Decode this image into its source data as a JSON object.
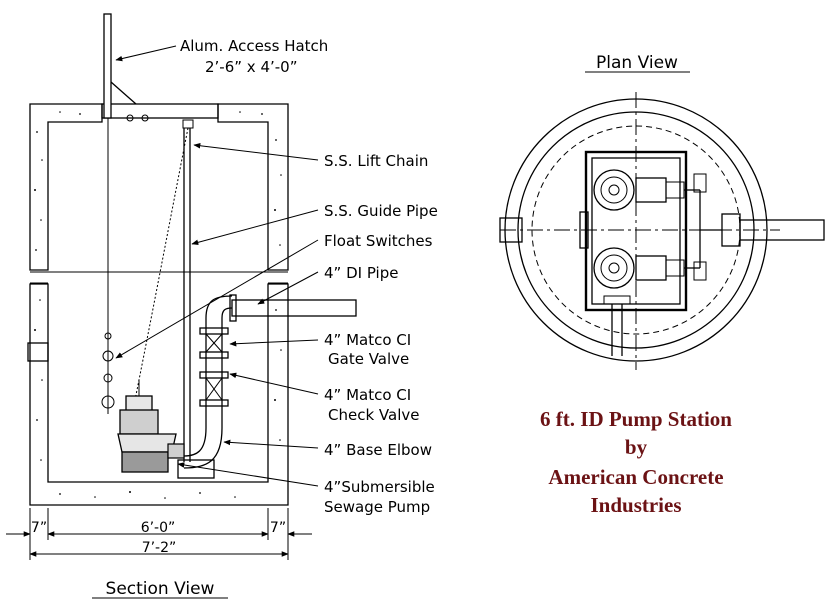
{
  "section": {
    "title": "Section View",
    "callouts": {
      "hatch_line1": "Alum. Access Hatch",
      "hatch_line2": "2’-6” x 4’-0”",
      "lift_chain": "S.S. Lift Chain",
      "guide_pipe": "S.S. Guide Pipe",
      "float_switches": "Float Switches",
      "di_pipe": "4” DI Pipe",
      "gate_valve_line1": "4” Matco CI",
      "gate_valve_line2": "Gate Valve",
      "check_valve_line1": "4” Matco CI",
      "check_valve_line2": "Check Valve",
      "base_elbow": "4” Base Elbow",
      "pump_line1": "4”Submersible",
      "pump_line2": "Sewage Pump"
    },
    "dimensions": {
      "wall_left": "7”",
      "inner_width": "6’-0”",
      "wall_right": "7”",
      "outer_width": "7’-2”"
    }
  },
  "plan": {
    "title": "Plan View"
  },
  "brand": {
    "line1": "6 ft. ID Pump Station",
    "line2": "by",
    "line3": "American Concrete",
    "line4": "Industries"
  },
  "colors": {
    "ink": "#000000",
    "brand": "#6b1214",
    "background": "#ffffff"
  }
}
